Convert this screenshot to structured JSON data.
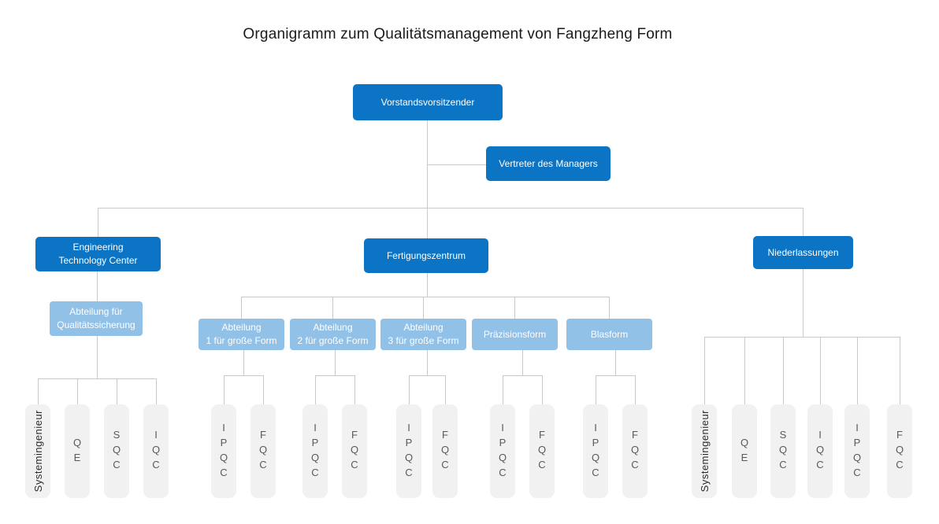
{
  "title": "Organigramm zum Qualitätsmanagement von Fangzheng Form",
  "colors": {
    "primary_blue": "#0b74c4",
    "light_blue": "#92c1e8",
    "unit_gray": "#f1f1f1",
    "unit_text_gray": "#595959",
    "unit_text_dark": "#2b2b2b",
    "connector_gray": "#c9c9c9"
  },
  "org": {
    "root": {
      "label": "Vorstandsvorsitzender"
    },
    "staff": {
      "label": "Vertreter des Managers"
    },
    "branches": [
      {
        "label": "Engineering\nTechnology Center",
        "departments": [
          {
            "label": "Abteilung für\nQualitätssicherung",
            "units": [
              {
                "label": "Systemingenieur",
                "orientation": "rotated"
              },
              {
                "label": "QE",
                "orientation": "stacked"
              },
              {
                "label": "SQC",
                "orientation": "stacked"
              },
              {
                "label": "IQC",
                "orientation": "stacked"
              }
            ]
          }
        ]
      },
      {
        "label": "Fertigungszentrum",
        "departments": [
          {
            "label": "Abteilung\n1 für große Form",
            "units": [
              {
                "label": "IPQC",
                "orientation": "stacked"
              },
              {
                "label": "FQC",
                "orientation": "stacked"
              }
            ]
          },
          {
            "label": "Abteilung\n2 für große Form",
            "units": [
              {
                "label": "IPQC",
                "orientation": "stacked"
              },
              {
                "label": "FQC",
                "orientation": "stacked"
              }
            ]
          },
          {
            "label": "Abteilung\n3 für große Form",
            "units": [
              {
                "label": "IPQC",
                "orientation": "stacked"
              },
              {
                "label": "FQC",
                "orientation": "stacked"
              }
            ]
          },
          {
            "label": "Präzisionsform",
            "units": [
              {
                "label": "IPQC",
                "orientation": "stacked"
              },
              {
                "label": "FQC",
                "orientation": "stacked"
              }
            ]
          },
          {
            "label": "Blasform",
            "units": [
              {
                "label": "IPQC",
                "orientation": "stacked"
              },
              {
                "label": "FQC",
                "orientation": "stacked"
              }
            ]
          }
        ]
      },
      {
        "label": "Niederlassungen",
        "units": [
          {
            "label": "Systemingenieur",
            "orientation": "rotated"
          },
          {
            "label": "QE",
            "orientation": "stacked"
          },
          {
            "label": "SQC",
            "orientation": "stacked"
          },
          {
            "label": "IQC",
            "orientation": "stacked"
          },
          {
            "label": "IPQC",
            "orientation": "stacked"
          },
          {
            "label": "FQC",
            "orientation": "stacked"
          }
        ]
      }
    ]
  }
}
